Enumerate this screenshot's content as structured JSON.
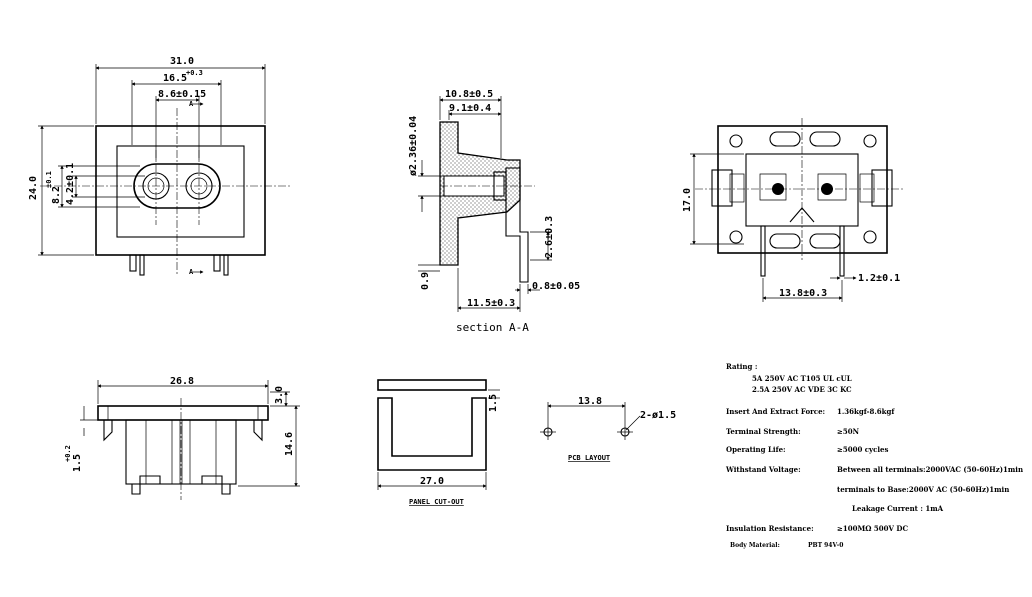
{
  "front_view": {
    "dim_width": "31.0",
    "dim_inner": "16.5",
    "dim_inner_tol": "+0.3",
    "dim_pitch": "8.6±0.15",
    "dim_height": "24.0",
    "dim_82": "8.2",
    "dim_82_tol": "±0.1",
    "dim_42": "4.2±0.1",
    "section_mark_top": "A",
    "section_mark_bottom": "A"
  },
  "section_view": {
    "dim_108": "10.8±0.5",
    "dim_91": "9.1±0.4",
    "dim_dia": "ø2.36±0.04",
    "dim_26": "2.6±0.3",
    "dim_09": "0.9",
    "dim_115": "11.5±0.3",
    "dim_08": "0.8±0.05",
    "caption": "section A-A"
  },
  "rear_view": {
    "dim_17": "17.0",
    "dim_12": "1.2±0.1",
    "dim_138": "13.8±0.3"
  },
  "side_view": {
    "dim_268": "26.8",
    "dim_30": "3.0",
    "dim_146": "14.6",
    "dim_15": "1.5",
    "dim_15_tol": "+0.2"
  },
  "panel_cutout": {
    "dim_15": "1.5",
    "dim_27": "27.0",
    "label": "PANEL CUT-OUT"
  },
  "pcb_layout": {
    "dim_138": "13.8",
    "dim_hole": "2-ø1.5",
    "label": "PCB LAYOUT"
  },
  "specs": {
    "rating_label": "Rating :",
    "rating_line1": "5A 250V AC  T105  UL  cUL",
    "rating_line2": "2.5A 250V AC VDE  3C  KC",
    "insert_label": "Insert And Extract Force:",
    "insert_value": "1.36kgf-8.6kgf",
    "terminal_label": "Terminal  Strength:",
    "terminal_value": "≥50N",
    "life_label": "Operating Life:",
    "life_value": "≥5000  cycles",
    "voltage_label": "Withstand Voltage:",
    "voltage_value1": "Between all terminals:2000VAC (50-60Hz)1min",
    "voltage_value2": "terminals to Base:2000V AC (50-60Hz)1min",
    "voltage_value3": "Leakage Current :  1mA",
    "insulation_label": "Insulation Resistance:",
    "insulation_value": "≥100MΩ  500V DC",
    "body_label": "Body Material:",
    "body_value": "PBT  94V-0"
  }
}
